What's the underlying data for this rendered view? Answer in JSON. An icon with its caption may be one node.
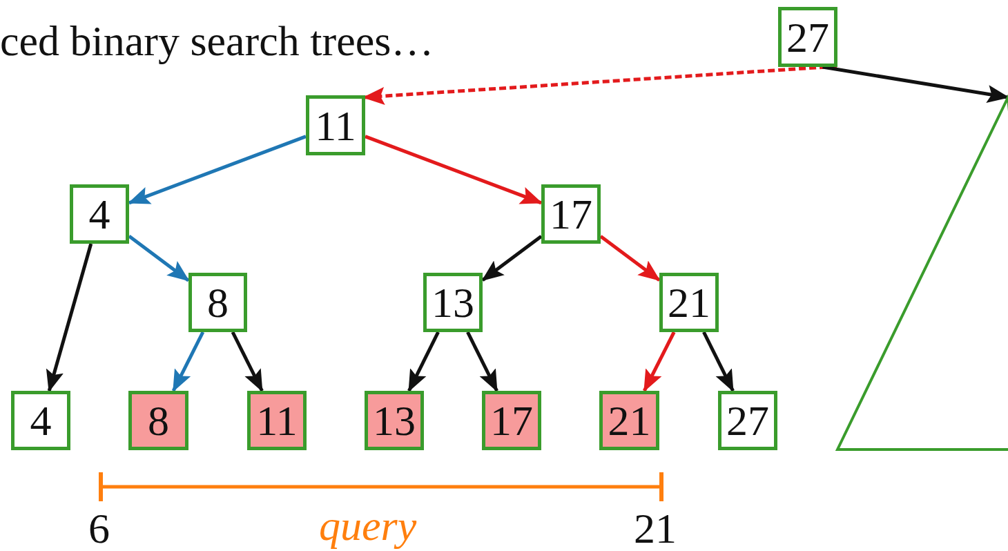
{
  "diagram": {
    "nodes": [
      {
        "text": [
          "27"
        ]
      },
      {
        "text": [
          "11"
        ]
      },
      {
        "text": [
          "4"
        ]
      },
      {
        "text": [
          "17"
        ]
      },
      {
        "text": [
          "8"
        ]
      },
      {
        "text": [
          "13"
        ]
      },
      {
        "text": [
          "21"
        ]
      },
      {
        "text": [
          "4"
        ]
      },
      {
        "text": [
          "8"
        ]
      },
      {
        "text": [
          "11"
        ]
      },
      {
        "text": [
          "13"
        ]
      },
      {
        "text": [
          "17"
        ]
      },
      {
        "text": [
          "21"
        ]
      },
      {
        "text": [
          "27"
        ]
      },
      {
        "text": [],
        "shape": "triangle"
      }
    ],
    "edges": [
      {
        "from": 0,
        "to": 1,
        "arrow": "to",
        "style": "dashed",
        "color": "#e31a1c"
      },
      {
        "from": 0,
        "to": 14,
        "arrow": "to"
      },
      {
        "from": 1,
        "to": 2,
        "arrow": "to",
        "color": "#1f77b4"
      },
      {
        "from": 1,
        "to": 3,
        "arrow": "to",
        "color": "#e31a1c"
      },
      {
        "from": 2,
        "to": 7,
        "arrow": "to"
      },
      {
        "from": 2,
        "to": 4,
        "arrow": "to",
        "color": "#1f77b4"
      },
      {
        "from": 3,
        "to": 5,
        "arrow": "to"
      },
      {
        "from": 3,
        "to": 6,
        "arrow": "to",
        "color": "#e31a1c"
      },
      {
        "from": 4,
        "to": 8,
        "arrow": "to",
        "color": "#1f77b4"
      },
      {
        "from": 4,
        "to": 9,
        "arrow": "to"
      },
      {
        "from": 5,
        "to": 10,
        "arrow": "to"
      },
      {
        "from": 5,
        "to": 11,
        "arrow": "to"
      },
      {
        "from": 6,
        "to": 12,
        "arrow": "to",
        "color": "#e31a1c"
      },
      {
        "from": 6,
        "to": 13,
        "arrow": "to"
      }
    ],
    "labels": [
      "ced binary search trees…",
      "6",
      "query",
      "21"
    ]
  }
}
